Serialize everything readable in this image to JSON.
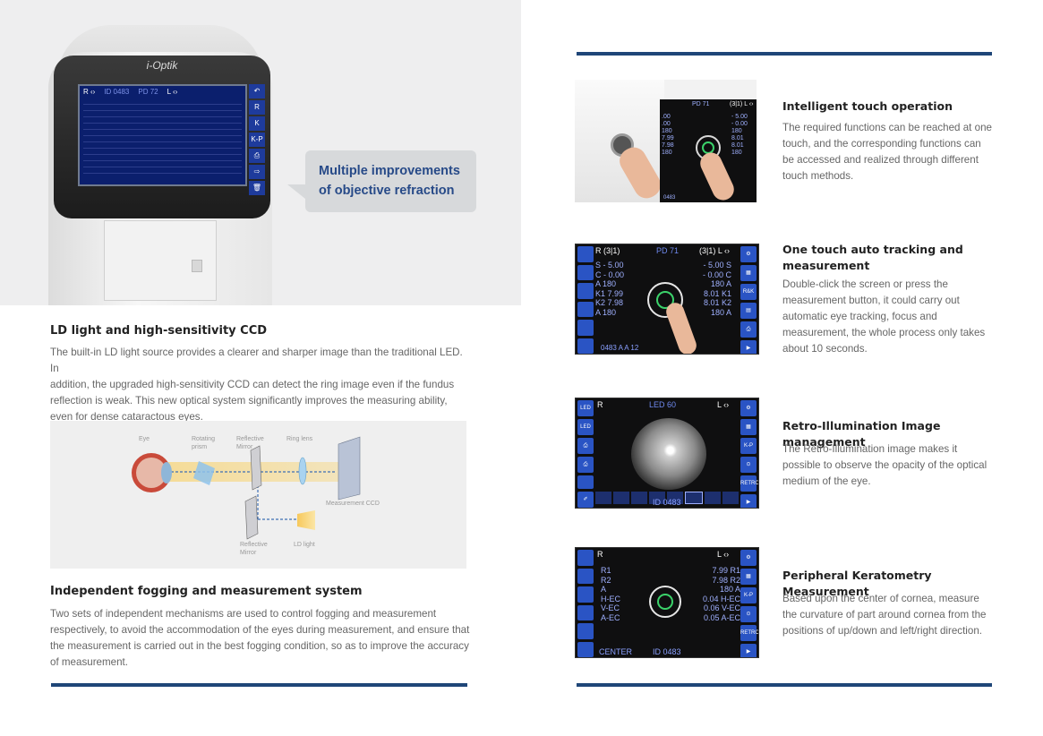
{
  "hero": {
    "brand": "i-Optik",
    "screen": {
      "eye_right": "R ‹›",
      "id_text": "ID 0483",
      "pd_text": "PD 72",
      "eye_left": "L ‹›",
      "side_buttons": [
        "↶",
        "R",
        "K",
        "K-P",
        "⎙",
        "⇨",
        "🗑"
      ]
    },
    "callout": "Multiple improvements of objective refraction"
  },
  "left": {
    "section1": {
      "heading": "LD light and high-sensitivity CCD",
      "lines": [
        "The built-in LD light source provides a clearer and sharper image than the traditional LED. In",
        "addition, the upgraded high-sensitivity CCD can detect the ring image even if the fundus",
        "reflection is weak. This new optical system significantly improves the measuring ability,",
        "even for dense cataractous eyes."
      ]
    },
    "diagram": {
      "labels": {
        "eye": "Eye",
        "rotating_prism": "Rotating prism",
        "reflective_mirror_top": "Reflective Mirror",
        "ring_lens": "Ring lens",
        "measurement_ccd": "Measurement CCD",
        "reflective_mirror_bottom": "Reflective Mirror",
        "ld_light": "LD light"
      }
    },
    "section2": {
      "heading": "Independent fogging and measurement system",
      "lines": [
        "Two sets of independent mechanisms are used to control fogging and measurement",
        "respectively, to avoid the accommodation of the eyes during measurement, and ensure that",
        "the measurement is carried out in the best fogging condition, so as to improve the accuracy",
        "of measurement."
      ]
    }
  },
  "right": {
    "features": [
      {
        "heading": "Intelligent touch operation",
        "lines": [
          "The required functions can be reached at one",
          "touch, and the corresponding functions can",
          "be accessed and realized through different",
          "touch methods."
        ]
      },
      {
        "heading_lines": [
          "One touch auto tracking and",
          "measurement"
        ],
        "lines": [
          "Double-click the screen or press the",
          "measurement button, it could carry out",
          "automatic eye tracking, focus and",
          "measurement, the whole process only takes",
          "about 10 seconds."
        ]
      },
      {
        "heading": "Retro-Illumination Image management",
        "lines": [
          "The Retro-Illumination image makes it",
          "possible to observe the opacity of the optical",
          "medium of the eye."
        ]
      },
      {
        "heading": "Peripheral Keratometry Measurement",
        "lines": [
          "Based upon the center of cornea, measure",
          "the curvature of part around cornea from the",
          "positions of up/down and left/right direction."
        ]
      }
    ],
    "panels": {
      "touch": {
        "pd": "PD 71",
        "left_eye": "(3|1) L ‹›",
        "values": [
          "- 5.00",
          "- 0.00",
          "180",
          "8.01",
          "8.01",
          "180"
        ],
        "left_values": [
          ".00",
          ".00",
          "180",
          "7.99",
          "7.98",
          "180"
        ],
        "bottom": "0483"
      },
      "tracking": {
        "left_label": "R (3|1)",
        "pd": "PD 71",
        "right_label": "(3|1) L ‹›",
        "left_rows": [
          "S - 5.00",
          "C - 0.00",
          "A    180",
          "K1  7.99",
          "K2  7.98",
          "A    180"
        ],
        "right_rows": [
          "- 5.00 S",
          "- 0.00 C",
          "180 A",
          "8.01 K1",
          "8.01 K2",
          "180 A"
        ],
        "right_buttons": [
          "⚙",
          "▦",
          "R&K",
          "▤",
          "⎙",
          "▶"
        ],
        "bottom": "0483  A  A  12"
      },
      "retro": {
        "left_label": "R",
        "led": "LED  60",
        "right_label": "L ‹›",
        "right_buttons": [
          "⚙",
          "▦",
          "K-P",
          "⊙",
          "RETRO",
          "▶"
        ],
        "left_buttons": [
          "LED",
          "LED",
          "⎙",
          "⎙",
          "",
          "✐"
        ],
        "id": "ID 0483"
      },
      "peripheral": {
        "left_label": "R",
        "right_label": "L ‹›",
        "left_rows": [
          "R1",
          "R2",
          "A",
          "H-EC",
          "V-EC",
          "A-EC"
        ],
        "right_rows": [
          "7.99  R1",
          "7.98  R2",
          "180  A",
          "0.04 H-EC",
          "0.06 V-EC",
          "0.05 A-EC"
        ],
        "right_buttons": [
          "⚙",
          "▦",
          "K-P",
          "⊙",
          "RETRO",
          "▶"
        ],
        "bottom_left": "CENTER",
        "id": "ID 0483"
      }
    }
  },
  "colors": {
    "rule": "#1f4678",
    "callout_text": "#274a88",
    "screen_blue": "#0b1f6d",
    "panel_button": "#2a54c4"
  }
}
